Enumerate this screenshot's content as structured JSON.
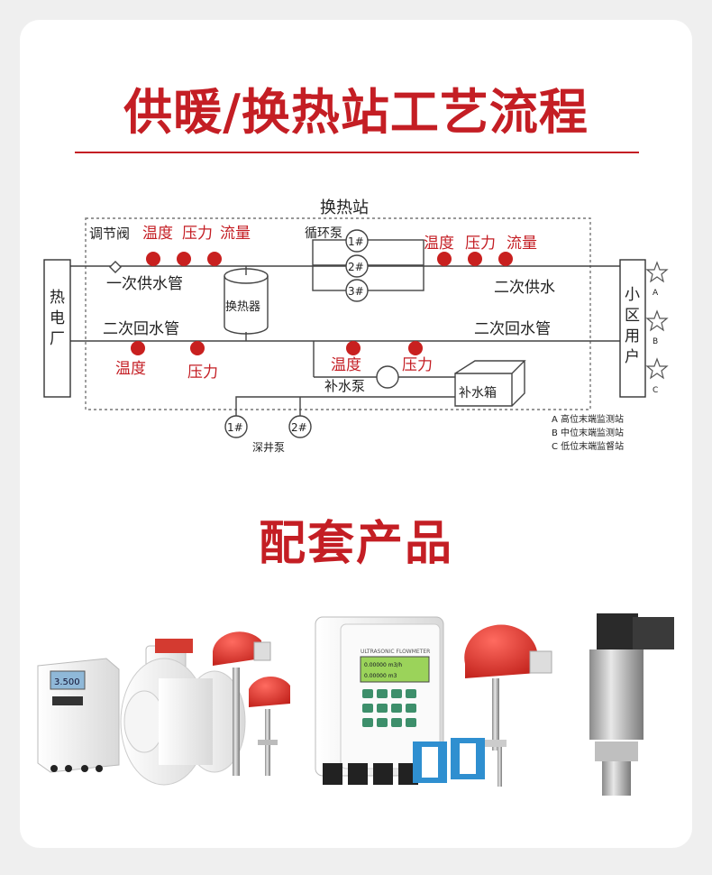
{
  "page": {
    "title": "供暖/换热站工艺流程",
    "products_title": "配套产品"
  },
  "diagram": {
    "station_label": "换热站",
    "plant_label": [
      "热",
      "电",
      "厂"
    ],
    "community_label": [
      "小",
      "区",
      "用",
      "户"
    ],
    "valve_label": "调节阀",
    "circ_pump_label": "循环泵",
    "pump_tags": [
      "1#",
      "2#",
      "3#"
    ],
    "well_pump_tags": [
      "1#",
      "2#"
    ],
    "well_pump_label": "深井泵",
    "exchanger_label": "换热器",
    "primary_supply": "一次供水管",
    "secondary_return_left": "二次回水管",
    "secondary_supply": "二次供水",
    "secondary_return_right": "二次回水管",
    "makeup_pump": "补水泵",
    "makeup_tank": "补水箱",
    "sensor_labels": {
      "temp": "温度",
      "pressure": "压力",
      "flow": "流量"
    },
    "stars": [
      "A",
      "B",
      "C"
    ],
    "legend": [
      "A  高位末端监测站",
      "B  中位末端监测站",
      "C  低位末端监督站"
    ],
    "colors": {
      "accent": "#c41e24",
      "sensor": "#c8201f",
      "line": "#444444"
    }
  },
  "products": {
    "icons": [
      "electromagnetic-flowmeter",
      "temperature-transmitter",
      "ultrasonic-flowmeter",
      "temperature-sensor",
      "pressure-transmitter"
    ],
    "lcd_reading": "3.500",
    "flowmeter_brand": "ULTRASONIC FLOWMETER",
    "flowmeter_line1": "0.00000 m3/h",
    "flowmeter_line2": "0.00000 m3"
  }
}
